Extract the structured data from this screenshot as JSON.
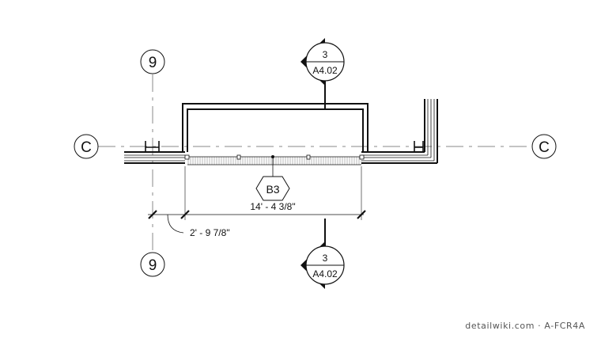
{
  "drawing": {
    "grid_line_vertical": "9",
    "grid_line_horizontal": "C",
    "section_marker": {
      "detail_number": "3",
      "sheet_number": "A4.02"
    },
    "door_tag": "B3",
    "opening_width_dimension": "14' - 4 3/8\"",
    "offset_from_grid_dimension": "2' - 9 7/8\""
  },
  "footer": {
    "credit": "detailwiki.com · A-FCR4A"
  },
  "colors": {
    "line": "#111111",
    "grid_dash": "#888888",
    "hatch": "#9a9a9a",
    "background": "#ffffff"
  }
}
